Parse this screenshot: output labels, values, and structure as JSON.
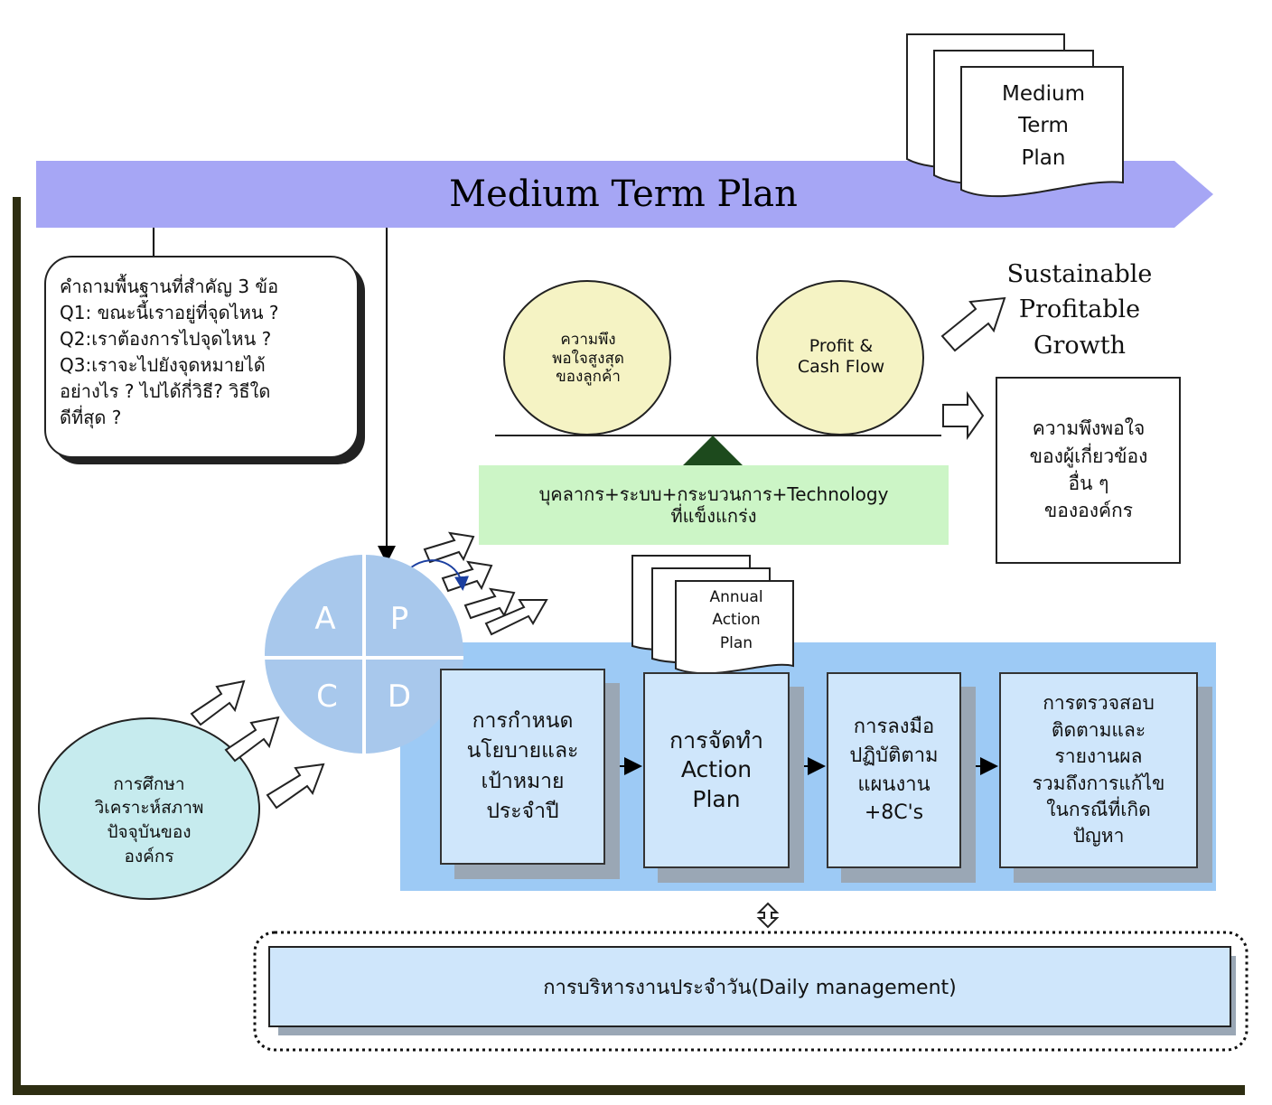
{
  "header": {
    "banner_title": "Medium Term Plan",
    "doc_stack_label": "Medium\nTerm\nPlan"
  },
  "questions": {
    "text": "คำถามพื้นฐานที่สำคัญ 3 ข้อ\nQ1: ขณะนี้เราอยู่ที่จุดไหน ?\nQ2:เราต้องการไปจุดไหน ?\nQ3:เราจะไปยังจุดหมายได้\nอย่างไร ? ไปได้กี่วิธี? วิธีใด\nดีที่สุด ?"
  },
  "balance": {
    "left_circle": "ความพึง\nพอใจสูงสุด\nของลูกค้า",
    "right_circle": "Profit &\nCash Flow",
    "foundation": "บุคลากร+ระบบ+กระบวนการ+Technology\nที่แข็งแกร่ง"
  },
  "outcomes": {
    "growth": "Sustainable\nProfitable\nGrowth",
    "stakeholders": "ความพึงพอใจ\nของผู้เกี่ยวข้อง\nอื่น ๆ\nขององค์กร"
  },
  "pdca": {
    "a": "A",
    "p": "P",
    "c": "C",
    "d": "D"
  },
  "study_circle": "การศึกษา\nวิเคราะห์สภาพ\nปัจจุบันของ\nองค์กร",
  "annual_doc": "Annual\nAction\nPlan",
  "process_steps": [
    "การกำหนด\nนโยบายและ\nเป้าหมาย\nประจำปี",
    "การจัดทำ\nAction\nPlan",
    "การลงมือ\nปฏิบัติตาม\nแผนงาน\n+8C's",
    "การตรวจสอบ\nติดตามและ\nรายงานผล\nรวมถึงการแก้ไข\nในกรณีที่เกิด\nปัญหา"
  ],
  "daily_management": "การบริหารงานประจำวัน(Daily management)",
  "colors": {
    "banner": "#a6a6f5",
    "pdca": "#a8c8ec",
    "panel": "#9dcaf5",
    "step_box": "#cfe6fb",
    "circle_yellow": "#f5f3c4",
    "study_circle": "#c6ebee",
    "foundation": "#ccf5c6",
    "frame": "#2e2e12"
  }
}
